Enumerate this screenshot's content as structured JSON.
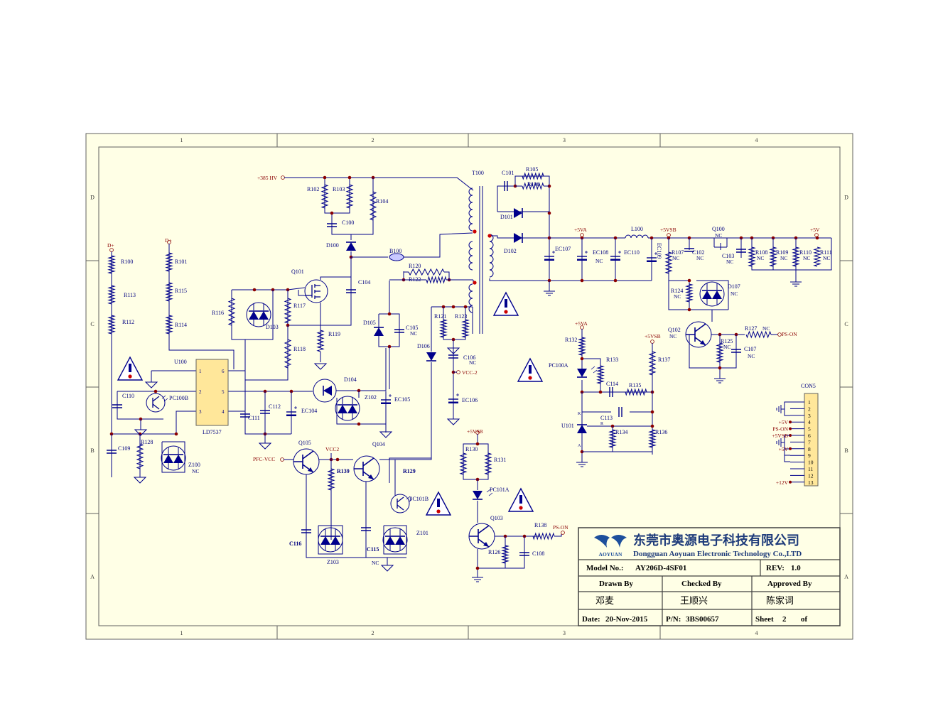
{
  "zones": {
    "cols": [
      "1",
      "2",
      "3",
      "4"
    ],
    "rows": [
      "D",
      "C",
      "B",
      "A"
    ]
  },
  "nets": {
    "hv": "+385 HV",
    "dplus_a": "D+",
    "dplus_b": "D+",
    "vcc2": "VCC-2",
    "vcc2b": "VCC2",
    "pfc_vcc": "PFC-VCC",
    "p5va_a": "+5VA",
    "p5va_b": "+5VA",
    "p5vsb_a": "+5VSB",
    "p5vsb_b": "+5VSB",
    "p5vsb_c": "+5VSB",
    "p5v": "+5V",
    "ps_on_a": "PS-ON",
    "ps_on_b": "PS-ON"
  },
  "labels": {
    "T100": "T100",
    "C101": "C101",
    "R105": "R105",
    "R106": "R106",
    "D101": "D101",
    "D102": "D102",
    "EC107": "EC107",
    "EC108": "EC108",
    "EC110": "EC110",
    "EC109": "EC109",
    "L100": "L100",
    "Q100": "Q100",
    "R107": "R107",
    "C102": "C102",
    "C103": "C103",
    "R108": "R108",
    "R109": "R109",
    "R110": "R110",
    "R111": "R111",
    "R124": "R124",
    "D107": "D107",
    "Q102": "Q102",
    "R127": "R127",
    "R125": "R125",
    "C107": "C107",
    "R102": "R102",
    "R103": "R103",
    "R104": "R104",
    "C100": "C100",
    "D100": "D100",
    "B100": "B100",
    "R120": "R120",
    "R122": "R122",
    "Q101": "Q101",
    "C104": "C104",
    "R116": "R116",
    "D103": "D103",
    "R117": "R117",
    "R119": "R119",
    "R118": "R118",
    "D105": "D105",
    "C105": "C105",
    "R121": "R121",
    "R123": "R123",
    "D106": "D106",
    "C106": "C106",
    "EC106": "EC106",
    "D104": "D104",
    "Z102": "Z102",
    "EC105": "EC105",
    "R100": "R100",
    "R113": "R113",
    "R112": "R112",
    "R101": "R101",
    "R115": "R115",
    "R114": "R114",
    "U100": "U100",
    "LD7537": "LD7537",
    "C110": "C110",
    "PC100B": "PC100B",
    "C111": "C111",
    "C112": "C112",
    "EC104": "EC104",
    "C109": "C109",
    "R128": "R128",
    "Z100": "Z100",
    "Q105": "Q105",
    "R139": "R139",
    "Q104": "Q104",
    "R129": "R129",
    "PC101B": "PC101B",
    "C116": "C116",
    "Z103": "Z103",
    "C115": "C115",
    "Z101": "Z101",
    "R132": "R132",
    "R133": "R133",
    "PC100A": "PC100A",
    "C114": "C114",
    "R135": "R135",
    "R137": "R137",
    "C113": "C113",
    "U101": "U101",
    "R134": "R134",
    "R136": "R136",
    "R130": "R130",
    "R131": "R131",
    "PC101A": "PC101A",
    "Q103": "Q103",
    "R138": "R138",
    "R126": "R126",
    "C108": "C108",
    "CON5": "CON5",
    "pin1": "1",
    "pin2": "2",
    "pin3": "3",
    "pin4": "4",
    "pin5": "5",
    "pin6": "6",
    "k": "K",
    "r": "R",
    "a": "A"
  },
  "nc": "NC",
  "connector": {
    "pins": [
      "1",
      "2",
      "3",
      "4",
      "5",
      "6",
      "7",
      "8",
      "9",
      "10",
      "11",
      "12",
      "13"
    ],
    "net_labels": [
      {
        "pin": 4,
        "text": "+5V"
      },
      {
        "pin": 5,
        "text": "PS-ON"
      },
      {
        "pin": 6,
        "text": "+5VSB"
      },
      {
        "pin": 8,
        "text": "+5V"
      },
      {
        "pin": 13,
        "text": "+12V"
      }
    ]
  },
  "title_block": {
    "company_cn": "东莞市奥源电子科技有限公司",
    "company_en": "Dongguan Aoyuan Electronic Technology Co.,LTD",
    "logo_text": "AOYUAN",
    "model_label": "Model No.:",
    "model": "AY206D-4SF01",
    "rev_label": "REV:",
    "rev": "1.0",
    "drawn_label": "Drawn By",
    "checked_label": "Checked By",
    "approved_label": "Approved By",
    "drawn": "邓麦",
    "checked": "王顺兴",
    "approved": "陈家词",
    "date_label": "Date:",
    "date": "20-Nov-2015",
    "pn_label": "P/N:",
    "pn": "3BS00657",
    "sheet_label": "Sheet",
    "sheet": "2",
    "of_label": "of"
  },
  "colors": {
    "paper": "#ffffe6",
    "wire": "#00008b",
    "component": "#00008b",
    "label": "#000080",
    "net": "#8b0000",
    "junction": "#8b0000",
    "ic_fill": "#ffe79a",
    "warning_fill": "#ffffff"
  }
}
